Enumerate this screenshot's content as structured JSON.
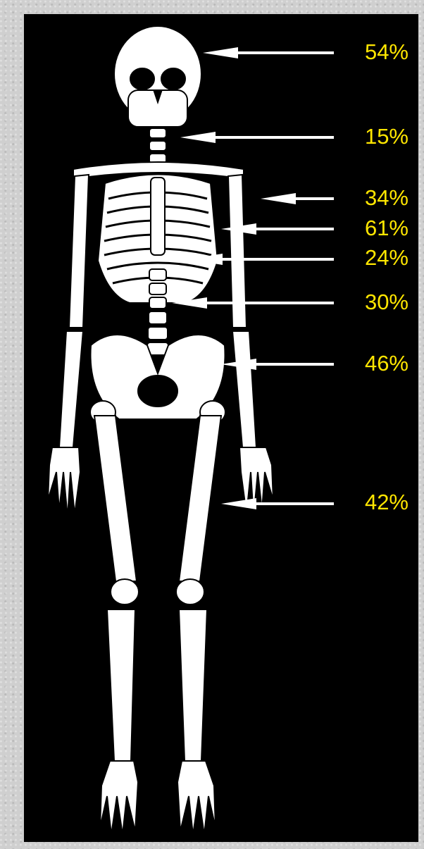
{
  "title": "",
  "colors": {
    "background": "#000000",
    "bone": "#ffffff",
    "label": "#ffe600",
    "arrow": "#ffffff"
  },
  "labels": [
    {
      "id": "skull",
      "text": "54%"
    },
    {
      "id": "cervical-spine",
      "text": "15%"
    },
    {
      "id": "humerus",
      "text": "34%"
    },
    {
      "id": "ribs",
      "text": "61%"
    },
    {
      "id": "thoracic-spine",
      "text": "24%"
    },
    {
      "id": "lumbar-spine",
      "text": "30%"
    },
    {
      "id": "pelvis",
      "text": "46%"
    },
    {
      "id": "femur",
      "text": "42%"
    }
  ]
}
